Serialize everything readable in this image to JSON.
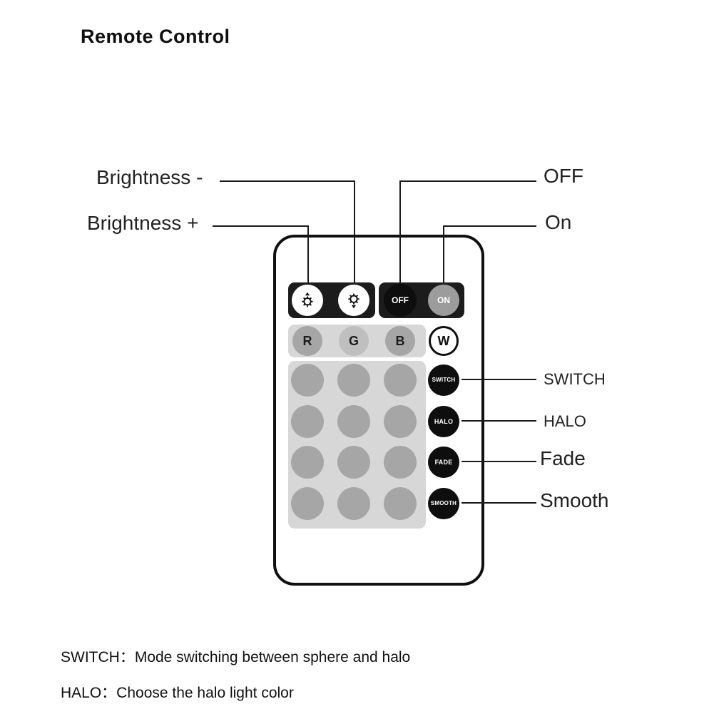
{
  "title": "Remote Control",
  "callouts": {
    "brightness_minus": "Brightness -",
    "brightness_plus": "Brightness +",
    "off": "OFF",
    "on": "On",
    "switch": "SWITCH",
    "halo": "HALO",
    "fade": "Fade",
    "smooth": "Smooth"
  },
  "remote": {
    "power": {
      "off": "OFF",
      "on": "ON"
    },
    "colors": {
      "r": "R",
      "g": "G",
      "b": "B",
      "w": "W"
    },
    "modes": {
      "switch": "SWITCH",
      "halo": "HALO",
      "fade": "FADE",
      "smooth": "SMOOTH"
    },
    "icons": {
      "plus": "brightness-up-icon",
      "minus": "brightness-down-icon"
    }
  },
  "notes": {
    "switch": "SWITCH：Mode switching between sphere and halo",
    "halo": "HALO：Choose the halo light color"
  },
  "palette": {
    "ink": "#111111",
    "panel_dark": "#1c1c1c",
    "panel_light": "#d7d7d7",
    "button_gray": "#a6a6a6",
    "button_black": "#0e0e0e"
  }
}
